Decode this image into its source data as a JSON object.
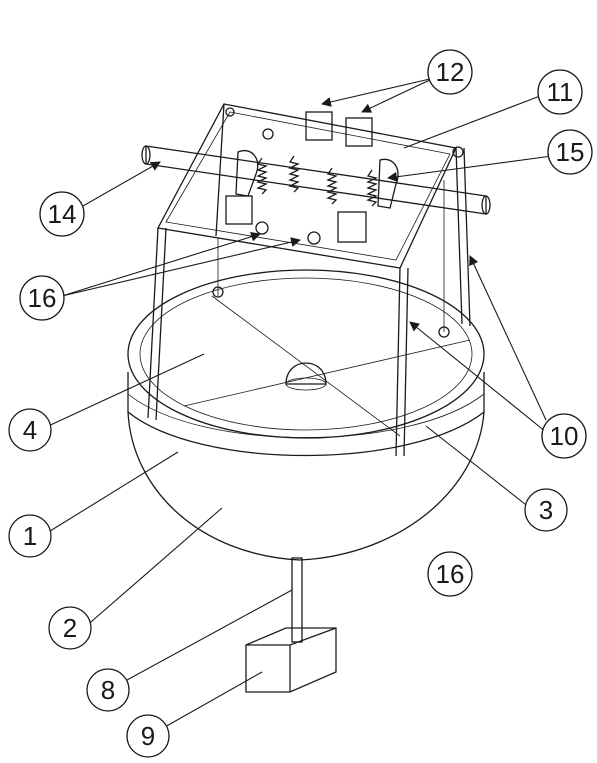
{
  "callouts": [
    {
      "id": "c1",
      "label": "1"
    },
    {
      "id": "c2",
      "label": "2"
    },
    {
      "id": "c3",
      "label": "3"
    },
    {
      "id": "c4",
      "label": "4"
    },
    {
      "id": "c8",
      "label": "8"
    },
    {
      "id": "c9",
      "label": "9"
    },
    {
      "id": "c10",
      "label": "10"
    },
    {
      "id": "c11",
      "label": "11"
    },
    {
      "id": "c12",
      "label": "12"
    },
    {
      "id": "c14",
      "label": "14"
    },
    {
      "id": "c15",
      "label": "15"
    },
    {
      "id": "c16a",
      "label": "16"
    },
    {
      "id": "c16b",
      "label": "16"
    }
  ],
  "colors": {
    "line": "#1a1a1a",
    "background": "#ffffff"
  }
}
